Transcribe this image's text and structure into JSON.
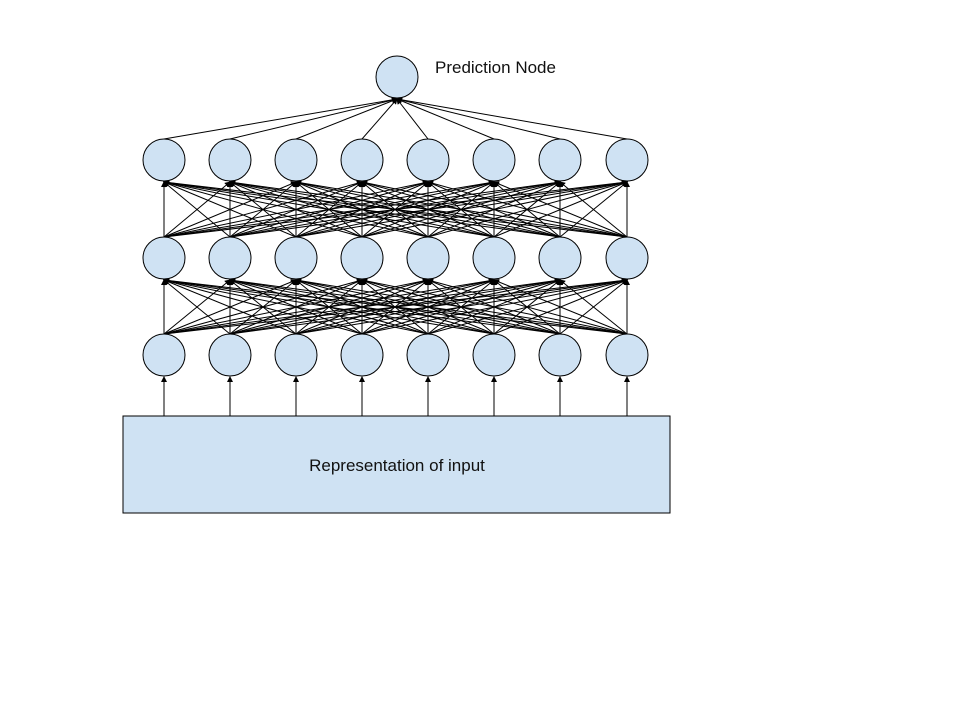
{
  "diagram": {
    "type": "neural-network",
    "prediction_label": "Prediction Node",
    "input_label": "Representation of input",
    "layers": [
      {
        "name": "input-layer",
        "nodes": 8
      },
      {
        "name": "hidden-layer-1",
        "nodes": 8
      },
      {
        "name": "hidden-layer-2",
        "nodes": 8
      },
      {
        "name": "output-layer",
        "nodes": 1
      }
    ],
    "connectivity": "fully-connected",
    "colors": {
      "node_fill": "#cfe2f3",
      "stroke": "#000000",
      "box_fill": "#cfe2f3"
    }
  }
}
